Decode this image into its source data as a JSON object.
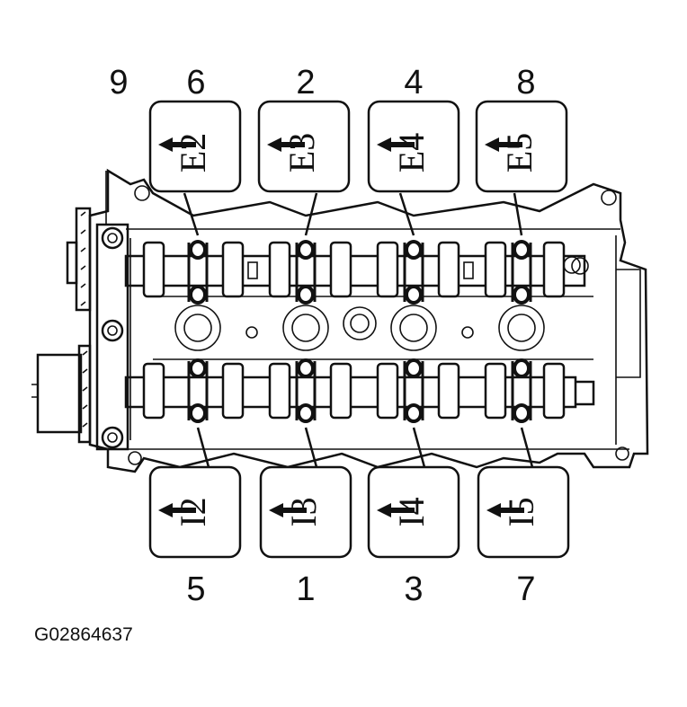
{
  "figure_code": "G02864637",
  "top_numbers": [
    "9",
    "6",
    "2",
    "4",
    "8"
  ],
  "bottom_numbers": [
    "5",
    "1",
    "3",
    "7"
  ],
  "top_labels": [
    "E2",
    "E3",
    "E4",
    "E5"
  ],
  "bottom_labels": [
    "I2",
    "I3",
    "I4",
    "I5"
  ]
}
